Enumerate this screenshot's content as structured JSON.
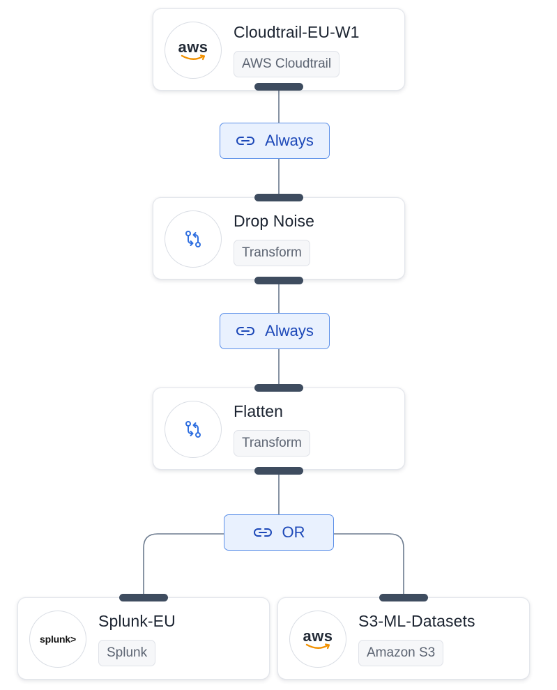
{
  "nodes": {
    "cloudtrail": {
      "title": "Cloudtrail-EU-W1",
      "tag": "AWS Cloudtrail",
      "icon": "aws-logo-icon",
      "logo_text": "aws"
    },
    "drop_noise": {
      "title": "Drop Noise",
      "tag": "Transform",
      "icon": "transform-icon"
    },
    "flatten": {
      "title": "Flatten",
      "tag": "Transform",
      "icon": "transform-icon"
    },
    "splunk": {
      "title": "Splunk-EU",
      "tag": "Splunk",
      "icon": "splunk-logo-icon",
      "logo_text": "splunk>"
    },
    "s3": {
      "title": "S3-ML-Datasets",
      "tag": "Amazon S3",
      "icon": "aws-logo-icon",
      "logo_text": "aws"
    }
  },
  "conditions": {
    "first": {
      "label": "Always",
      "icon": "link-icon"
    },
    "second": {
      "label": "Always",
      "icon": "link-icon"
    },
    "third": {
      "label": "OR",
      "icon": "link-icon"
    }
  },
  "colors": {
    "connector": "#6b7a8e",
    "port": "#3e4c5f",
    "condition_border": "#5b8fe8",
    "condition_fill": "#e9f1fe",
    "condition_text": "#1c48b8",
    "transform_icon": "#2f6fe0",
    "aws_smile": "#f29100"
  }
}
